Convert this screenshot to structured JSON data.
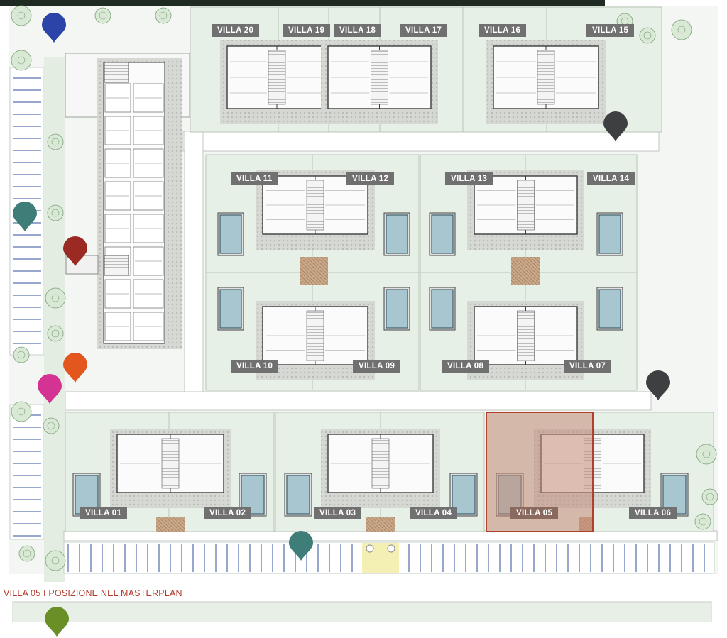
{
  "caption": "VILLA 05  I  POSIZIONE NEL MASTERPLAN",
  "selected_villa": "VILLA 05",
  "villas": [
    {
      "id": "v20",
      "label": "VILLA 20"
    },
    {
      "id": "v19",
      "label": "VILLA 19"
    },
    {
      "id": "v18",
      "label": "VILLA 18"
    },
    {
      "id": "v17",
      "label": "VILLA 17"
    },
    {
      "id": "v16",
      "label": "VILLA 16"
    },
    {
      "id": "v15",
      "label": "VILLA 15"
    },
    {
      "id": "v11",
      "label": "VILLA 11"
    },
    {
      "id": "v12",
      "label": "VILLA 12"
    },
    {
      "id": "v13",
      "label": "VILLA 13"
    },
    {
      "id": "v14",
      "label": "VILLA 14"
    },
    {
      "id": "v10",
      "label": "VILLA 10"
    },
    {
      "id": "v09",
      "label": "VILLA 09"
    },
    {
      "id": "v08",
      "label": "VILLA 08"
    },
    {
      "id": "v07",
      "label": "VILLA 07"
    },
    {
      "id": "v01",
      "label": "VILLA 01"
    },
    {
      "id": "v02",
      "label": "VILLA 02"
    },
    {
      "id": "v03",
      "label": "VILLA 03"
    },
    {
      "id": "v04",
      "label": "VILLA 04"
    },
    {
      "id": "v05",
      "label": "VILLA 05"
    },
    {
      "id": "v06",
      "label": "VILLA 06"
    }
  ],
  "pin_colors": {
    "blue": "#2c43a8",
    "teal": "#3f7d79",
    "red": "#9a2a22",
    "orange": "#e3561e",
    "magenta": "#d43393",
    "dark": "#3e3f40",
    "green": "#6a8f27"
  },
  "colors": {
    "lot": "#e7f0e6",
    "lot_border": "#b8c4b8",
    "road": "#ffffff",
    "highlight_fill": "#c48a76",
    "highlight_border": "#b0402c",
    "pool": "#a7c6cf",
    "caption": "#b23a2a"
  }
}
